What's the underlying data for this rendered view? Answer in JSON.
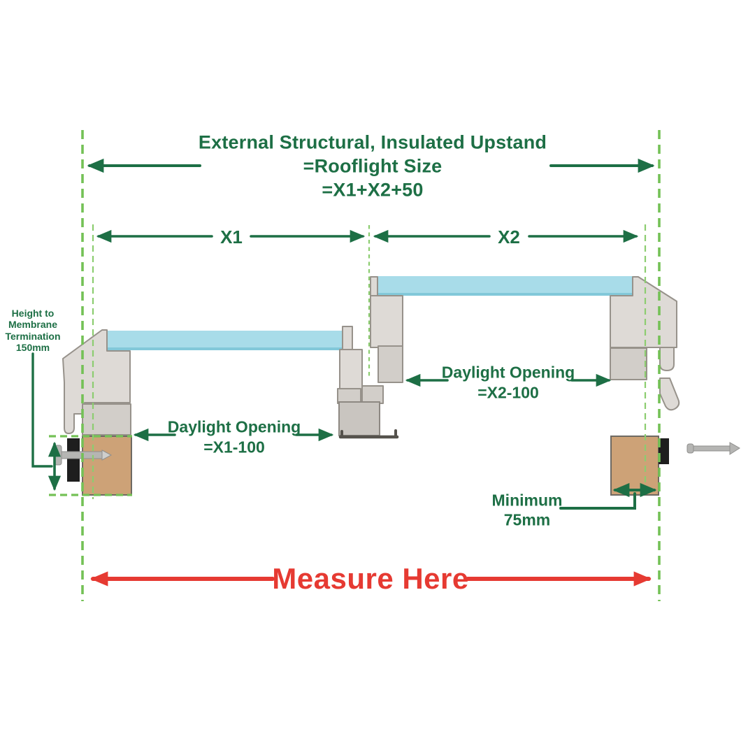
{
  "title": {
    "line1": "External Structural, Insulated Upstand",
    "line2": "=Rooflight Size",
    "line3": "=X1+X2+50"
  },
  "labels": {
    "x1": "X1",
    "x2": "X2",
    "daylight_x1_line1": "Daylight Opening",
    "daylight_x1_line2": "=X1-100",
    "daylight_x2_line1": "Daylight Opening",
    "daylight_x2_line2": "=X2-100",
    "height_line1": "Height to",
    "height_line2": "Membrane",
    "height_line3": "Termination",
    "height_line4": "150mm",
    "minimum_line1": "Minimum",
    "minimum_line2": "75mm",
    "measure_here": "Measure Here"
  },
  "colors": {
    "dimension_green": "#1d6f45",
    "dashed_green": "#74c156",
    "dashed_green_light": "#8ccd70",
    "alert_red": "#e63a32",
    "glazing_blue": "#a8dce9",
    "glazing_edge": "#82c8d9",
    "frame_grey": "#dedad6",
    "frame_grey_dark": "#d2cec9",
    "block_grey": "#c9c5c0",
    "timber_brown": "#cda277",
    "pad_black": "#1e1e1e",
    "screw_grey": "#b5b5b3"
  }
}
